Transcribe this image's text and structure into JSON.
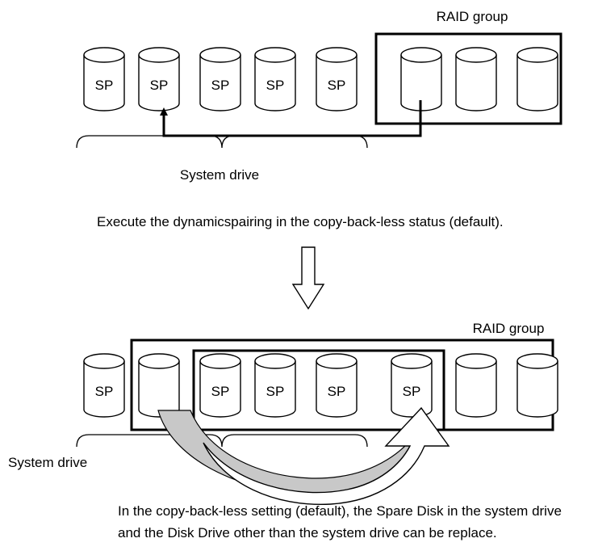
{
  "top": {
    "raid_group_label": "RAID group",
    "drive_labels": [
      "SP",
      "SP",
      "SP",
      "SP",
      "SP",
      "",
      "",
      ""
    ],
    "system_drive_label": "System drive",
    "caption": "Execute the dynamicspairing in the copy-back-less status (default)."
  },
  "bottom": {
    "raid_group_label": "RAID group",
    "drive_labels": [
      "SP",
      "",
      "SP",
      "SP",
      "SP",
      "SP",
      "",
      ""
    ],
    "system_drive_label": "System drive",
    "caption_line1": "In the copy-back-less setting (default), the Spare Disk  in the system drive",
    "caption_line2": "and the Disk Drive other than the system drive can be replace."
  },
  "icons": {
    "transition_arrow": "down-arrow-icon"
  }
}
